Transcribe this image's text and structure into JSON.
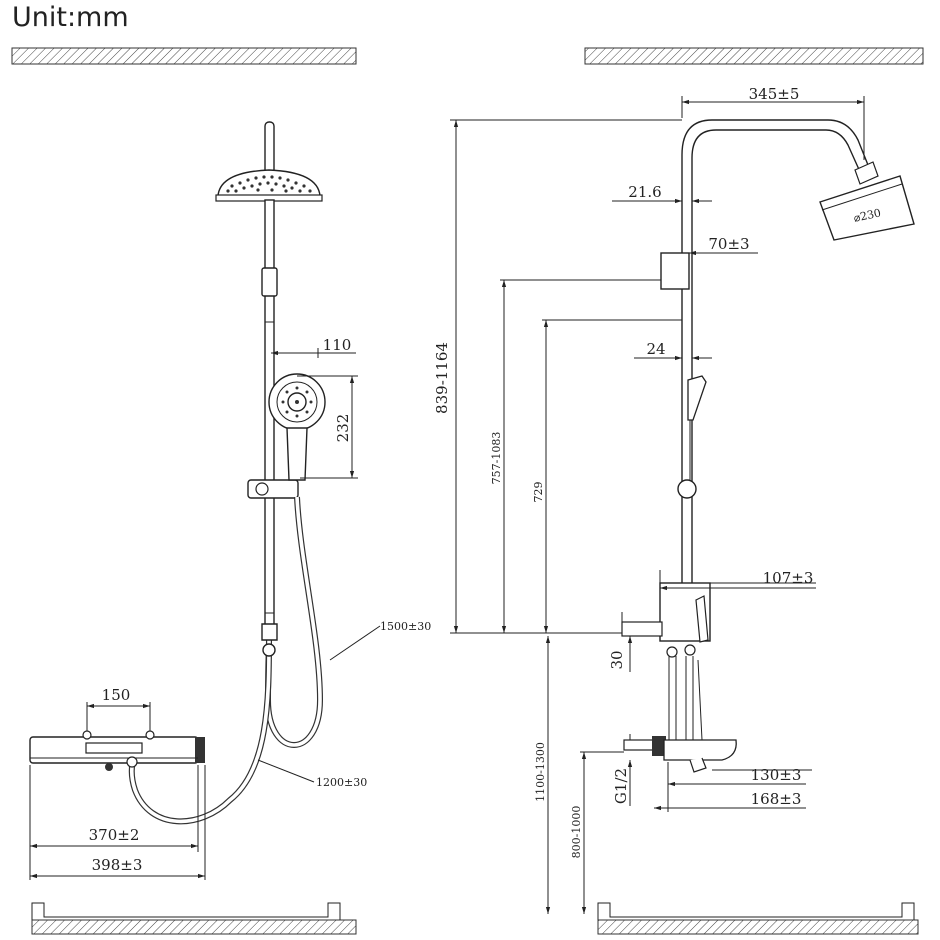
{
  "title": "Unit:mm",
  "front_view": {
    "d_handshower_width": "110",
    "d_handshower_height": "232",
    "d_hose_long": "1500±30",
    "d_hose_short": "1200±30",
    "d_mixer_center": "150",
    "d_mixer_body": "370±2",
    "d_mixer_total": "398±3"
  },
  "side_view": {
    "d_arm_reach": "345±5",
    "d_pipe_dia": "21.6",
    "d_head_dia": "⌀230",
    "d_holder_size": "70±3",
    "d_rod_dia": "24",
    "d_total_height": "839-1164",
    "d_holder_height": "757-1083",
    "d_slider_height": "729",
    "d_mixer_depth": "107±3",
    "d_mixer_height": "30",
    "d_install_height": "1100-1300",
    "d_thread": "G1/2",
    "d_elbow_min": "130±3",
    "d_elbow_max": "168±3",
    "d_outlet_height": "800-1000"
  }
}
